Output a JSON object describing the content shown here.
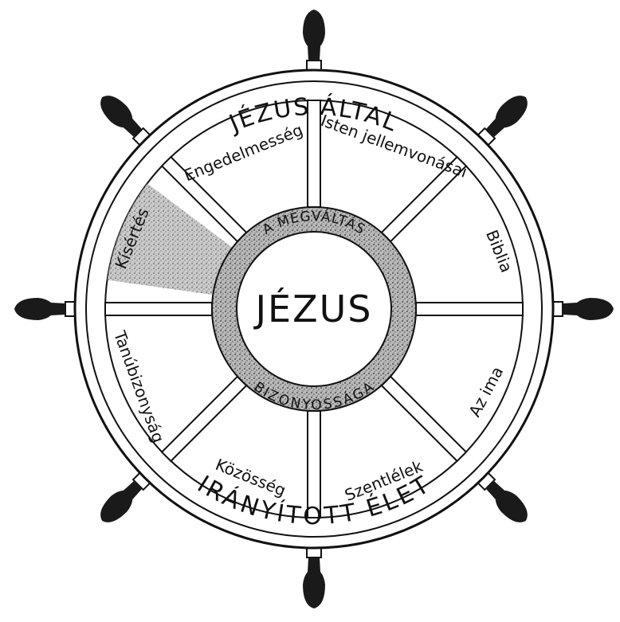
{
  "wheel": {
    "outer_ring_top": "JÉZUS ÁLTAL",
    "outer_ring_bottom": "IRÁNYÍTOTT ÉLET",
    "center": "JÉZUS",
    "inner_ring_top": "A MEGVÁLTÁS",
    "inner_ring_bottom": "BIZONYOSSÁGA",
    "segments": [
      "Engedelmesség",
      "Isten jellemvonásai",
      "Biblia",
      "Az ima",
      "Szentlélek",
      "Közösség",
      "Tanúbizonyság",
      "Kísértés"
    ]
  },
  "colors": {
    "ink": "#111111",
    "paper": "#ffffff",
    "handle": "#1a1a1a",
    "shade": "#777777"
  }
}
